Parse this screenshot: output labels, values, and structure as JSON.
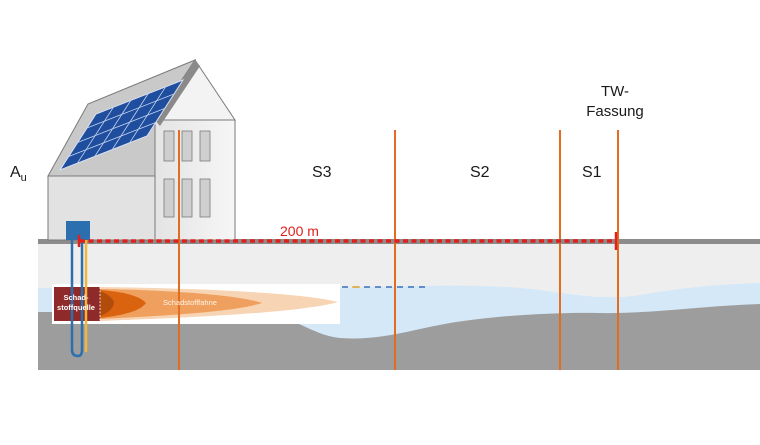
{
  "labels": {
    "au_main": "A",
    "au_sub": "u",
    "s3": "S3",
    "s2": "S2",
    "s1": "S1",
    "tw_line1": "TW-",
    "tw_line2": "Fassung",
    "distance": "200 m",
    "source_line1": "Schad-",
    "source_line2": "stoffquelle",
    "plume": "Schadstofffahne"
  },
  "colors": {
    "boundary_line": "#e36c1e",
    "distance_line": "#e0201c",
    "ground_surface": "#8c8c8c",
    "unsaturated_zone": "#eeeeee",
    "groundwater": "#d4e8f8",
    "aquitard": "#9b9b9b",
    "source": "#8e2a2a",
    "plume_core": "#e8731a",
    "plume_outer": "#f5c49a",
    "solar_panel": "#1f4e9e",
    "house_wall": "#f0f0f0"
  }
}
